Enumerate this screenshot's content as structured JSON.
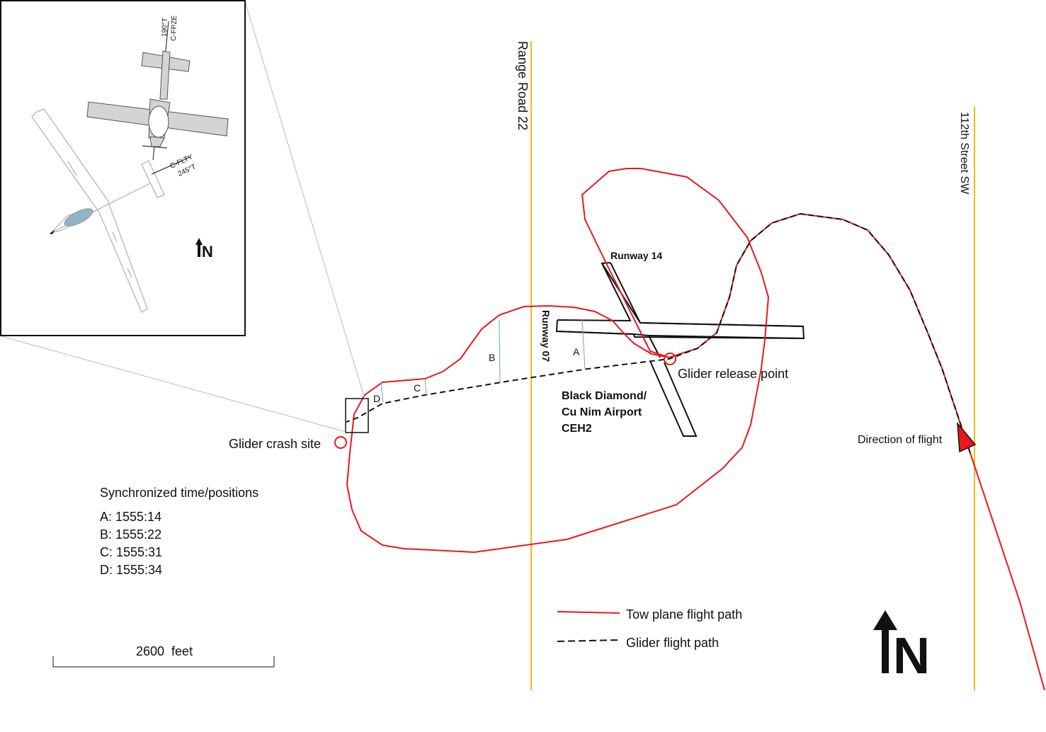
{
  "roads": {
    "range_road": "Range Road 22",
    "street": "112th Street SW"
  },
  "airport": {
    "name_line1": "Black Diamond/",
    "name_line2": "Cu Nim Airport",
    "code": "CEH2",
    "runway_14": "Runway 14",
    "runway_07": "Runway 07"
  },
  "markers": {
    "release_point": "Glider release point",
    "crash_site": "Glider crash site",
    "direction": "Direction of flight",
    "points": [
      "A",
      "B",
      "C",
      "D"
    ]
  },
  "sync": {
    "heading": "Synchronized time/positions",
    "entries": [
      "A: 1555:14",
      "B: 1555:22",
      "C: 1555:31",
      "D: 1555:34"
    ]
  },
  "scale": {
    "label": "2600  feet"
  },
  "legend": {
    "tow": "Tow plane flight path",
    "glider": "Glider flight path"
  },
  "inset": {
    "tow_plane_reg": "C-FPZE",
    "tow_plane_heading": "190°T",
    "glider_reg": "C-FLTY",
    "glider_heading": "245°T",
    "north_label": "N"
  },
  "north_label": "N",
  "colors": {
    "tow_path": "#e8191c",
    "glider_path": "#111111",
    "roads": "#f2b91a",
    "sync_lines": "#6c9fd0",
    "inset_highlight": "#8fb4c4"
  }
}
